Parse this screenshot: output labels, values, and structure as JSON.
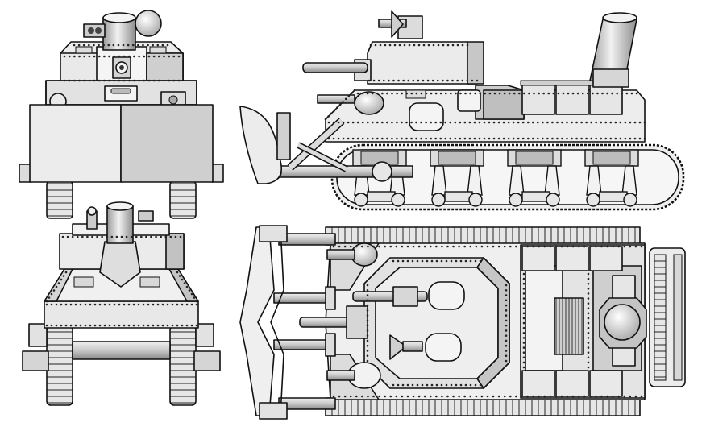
{
  "figure": {
    "colors": {
      "outline": "#111111",
      "light": "#f4f4f4",
      "mid": "#d9d9d9",
      "shade": "#b8b8b8",
      "dark": "#8a8a8a",
      "background": "#ffffff"
    },
    "views": [
      {
        "name": "front-view"
      },
      {
        "name": "rear-view"
      },
      {
        "name": "side-view"
      },
      {
        "name": "top-view"
      }
    ]
  }
}
